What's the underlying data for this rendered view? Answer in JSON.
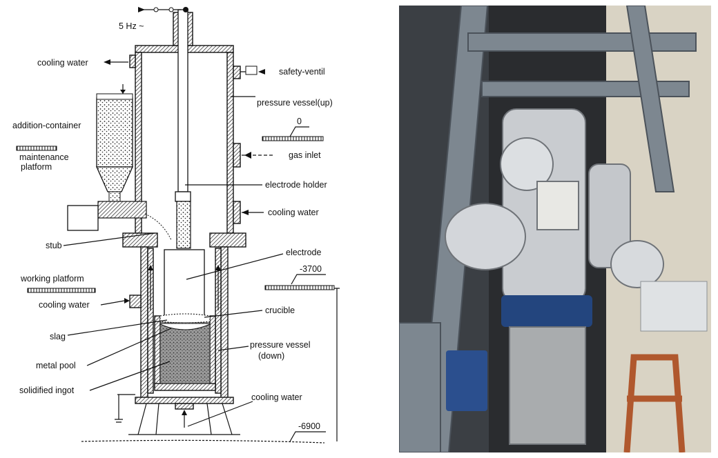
{
  "diagram": {
    "frequency": "5 Hz ~",
    "labels": {
      "cooling_water_top": "cooling water",
      "safety_ventil": "safety-ventil",
      "pressure_vessel_up": "pressure vessel(up)",
      "level_0": "0",
      "addition_container": "addition-container",
      "maintenance_platform_line1": "maintenance",
      "maintenance_platform_line2": "platform",
      "gas_inlet": "gas inlet",
      "electrode_holder": "electrode holder",
      "cooling_water_mid": "cooling water",
      "stub": "stub",
      "electrode": "electrode",
      "level_minus_3700": "-3700",
      "working_platform": "working platform",
      "cooling_water_left": "cooling water",
      "crucible": "crucible",
      "slag": "slag",
      "pressure_vessel_down_line1": "pressure vessel",
      "pressure_vessel_down_line2": "(down)",
      "metal_pool": "metal pool",
      "solidified_ingot": "solidified ingot",
      "cooling_water_bottom": "cooling water",
      "level_minus_6900": "-6900"
    }
  },
  "photo": {
    "subject": "pressure electroslag remelting furnace installation",
    "colors": {
      "steel_frame": "#7d8790",
      "vessel_steel": "#c9ccd0",
      "blue_flange": "#23457e",
      "orange_frame": "#b0582e",
      "background_wall": "#d9d3c4"
    }
  }
}
